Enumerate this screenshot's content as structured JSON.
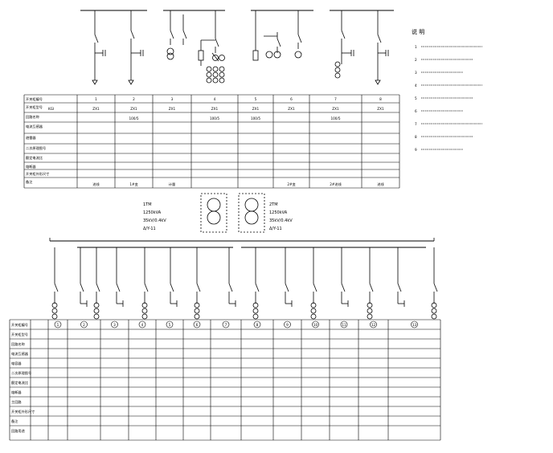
{
  "hv_table": {
    "row_labels": [
      "开关柜编号",
      "开关柜型号",
      "回路名称",
      "电流互感器",
      "避雷器",
      "二次原理图号",
      "额定电流比",
      "熔断器",
      "开关柜外形尺寸",
      "备注"
    ],
    "col_numbers": [
      "1",
      "2",
      "3",
      "4",
      "5",
      "6",
      "7",
      "8"
    ],
    "model_row": [
      "ZX1",
      "ZX1",
      "ZX1",
      "ZX1",
      "ZX1",
      "ZX1",
      "ZX1",
      "ZX1"
    ],
    "model_prefix": "KGI",
    "ct_row": [
      "",
      "100/5",
      "",
      "100/5",
      "100/5",
      "",
      "100/5",
      ""
    ],
    "remark_row": [
      "进线",
      "1#变",
      "计量",
      "",
      "",
      "2#变",
      "2#进线",
      "进线"
    ]
  },
  "transformers": [
    {
      "name": "1TM",
      "capacity": "1250kVA",
      "ratio": "35kV/0.4kV",
      "conn": "Δ/Y-11"
    },
    {
      "name": "2TM",
      "capacity": "1250kVA",
      "ratio": "35kV/0.4kV",
      "conn": "Δ/Y-11"
    }
  ],
  "lv_table": {
    "row_labels": [
      "开关柜编号",
      "开关柜型号",
      "回路名称",
      "电流互感器",
      "电容器",
      "二次原理图号",
      "额定电流比",
      "熔断器",
      "主回路",
      "开关柜外形尺寸",
      "备注",
      "回路用途"
    ],
    "col_numbers": [
      "1",
      "2",
      "3",
      "4",
      "5",
      "6",
      "7",
      "8",
      "9",
      "10",
      "11",
      "12",
      "13"
    ]
  },
  "notes": {
    "title": "说 明",
    "items": [
      "1",
      "2",
      "3",
      "4",
      "5",
      "6",
      "7",
      "8",
      "9"
    ]
  }
}
